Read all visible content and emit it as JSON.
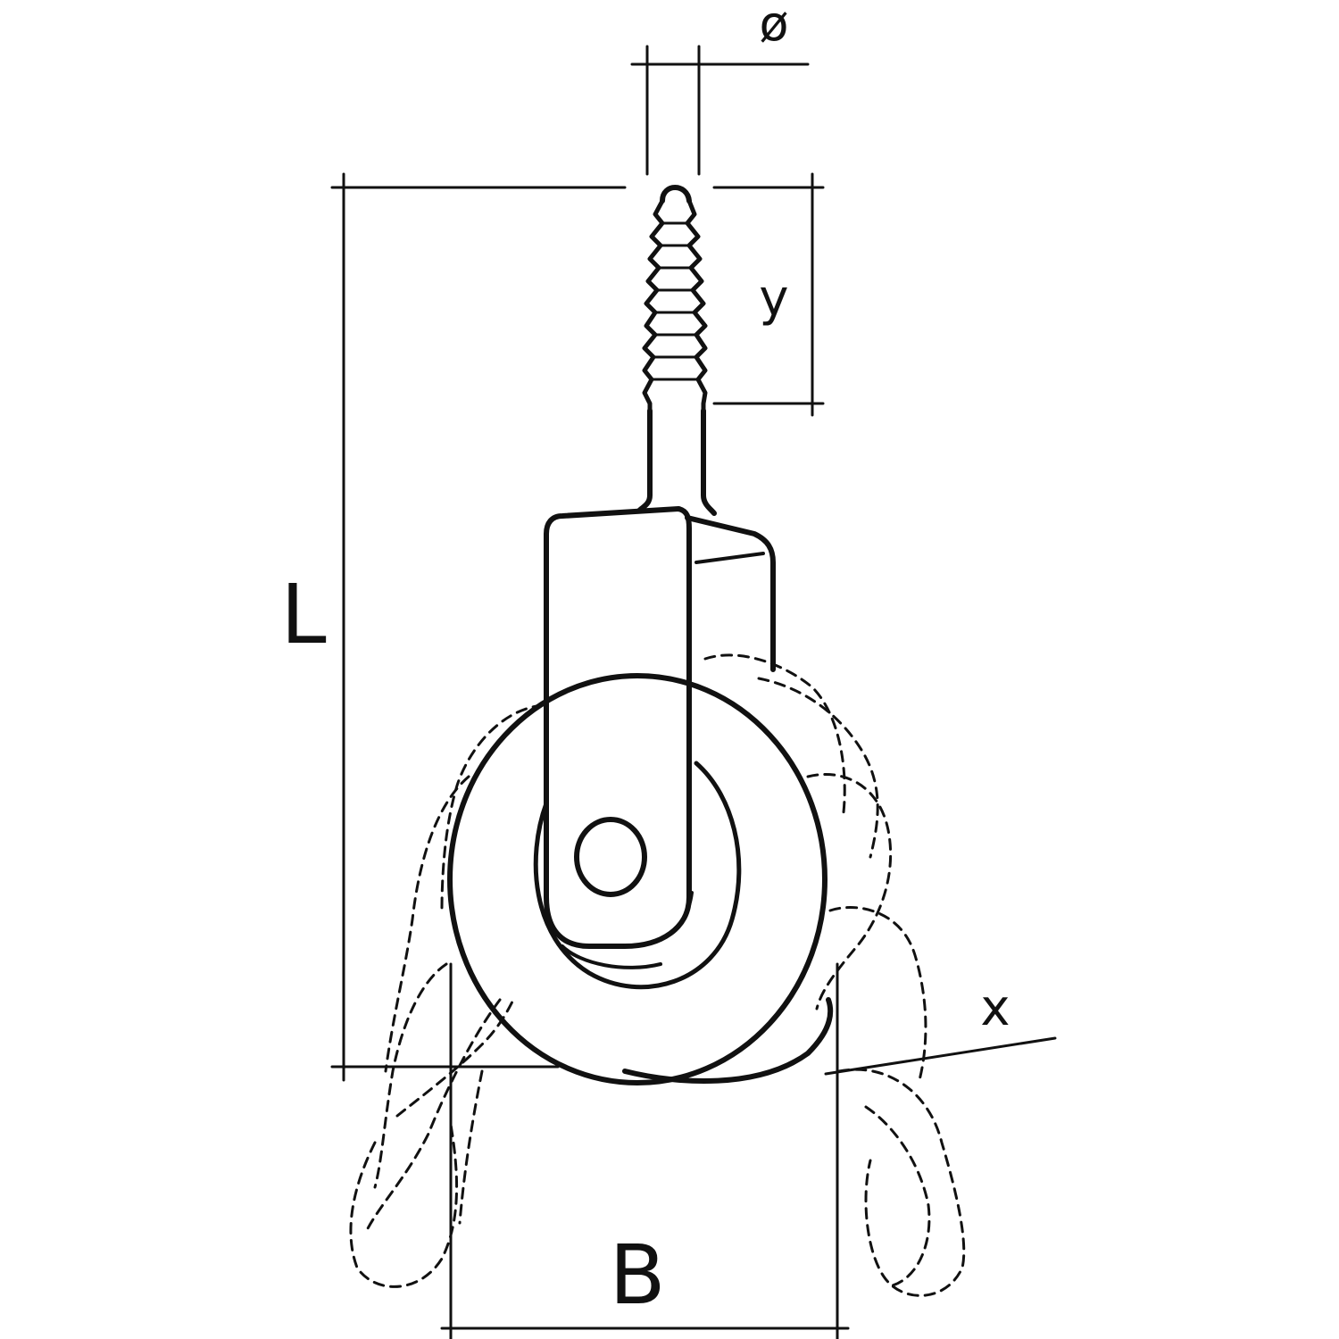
{
  "labels": {
    "diameter": "ø",
    "thread_length": "y",
    "total_length": "L",
    "rope": "x",
    "width": "B"
  },
  "colors": {
    "ink": "#111111",
    "background": "#ffffff"
  }
}
